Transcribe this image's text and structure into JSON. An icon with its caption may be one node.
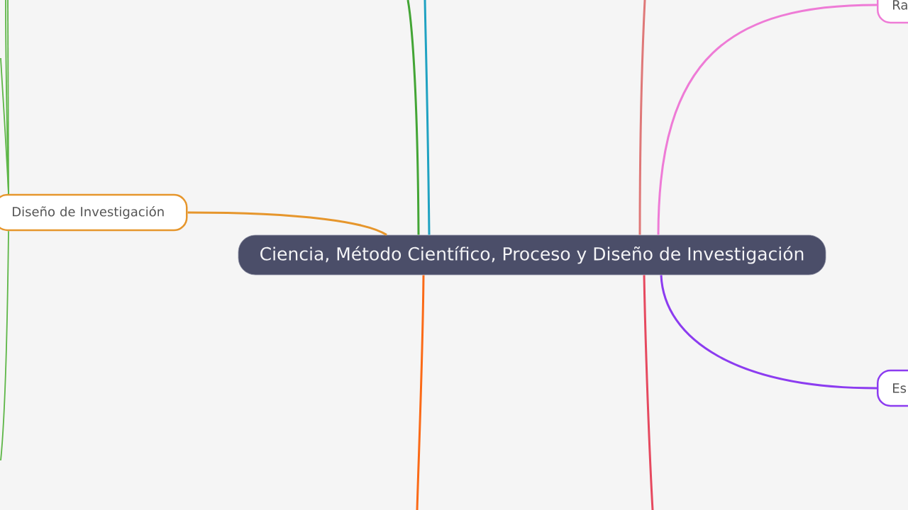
{
  "diagram": {
    "nodes": [
      {
        "text": [
          "Ciencia, Método Científico, Proceso y Diseño de Investigación"
        ]
      },
      {
        "text": [
          "Diseño de Investigación"
        ]
      },
      {
        "text": [
          "Ra"
        ]
      },
      {
        "text": [
          "Es"
        ]
      }
    ],
    "edges": [
      {
        "from": 0,
        "to": 1,
        "arrow": "none",
        "color": "#e6962c"
      },
      {
        "from": 0,
        "to": 2,
        "arrow": "none",
        "color": "#ee7bd6"
      },
      {
        "from": 0,
        "to": 3,
        "arrow": "none",
        "color": "#8c3cf0"
      },
      {
        "from": 0,
        "to": null,
        "arrow": "none",
        "color": "#43a535"
      },
      {
        "from": 0,
        "to": null,
        "arrow": "none",
        "color": "#20a2c2"
      },
      {
        "from": 0,
        "to": null,
        "arrow": "none",
        "color": "#df7878"
      },
      {
        "from": 0,
        "to": null,
        "arrow": "none",
        "color": "#fb6a17"
      },
      {
        "from": 0,
        "to": null,
        "arrow": "none",
        "color": "#e6495f"
      },
      {
        "from": 1,
        "to": null,
        "arrow": "none",
        "color": "#5db646"
      },
      {
        "from": 1,
        "to": null,
        "arrow": "none",
        "color": "#5db646"
      },
      {
        "from": 1,
        "to": null,
        "arrow": "none",
        "color": "#5db646"
      },
      {
        "from": 1,
        "to": null,
        "arrow": "none",
        "color": "#5db646"
      }
    ]
  }
}
